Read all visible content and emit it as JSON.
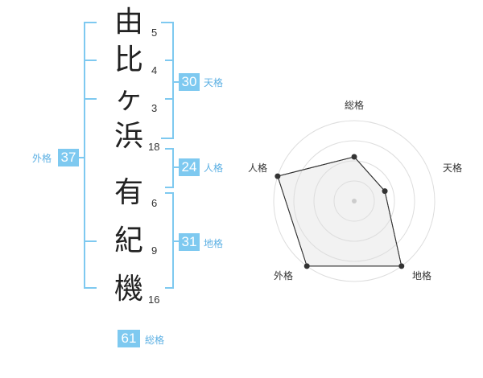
{
  "name": {
    "characters": [
      {
        "char": "由",
        "strokes": "5"
      },
      {
        "char": "比",
        "strokes": "4"
      },
      {
        "char": "ヶ",
        "strokes": "3"
      },
      {
        "char": "浜",
        "strokes": "18"
      },
      {
        "char": "有",
        "strokes": "6"
      },
      {
        "char": "紀",
        "strokes": "9"
      },
      {
        "char": "機",
        "strokes": "16"
      }
    ]
  },
  "kakusu": {
    "tenkaku": {
      "value": "30",
      "label": "天格"
    },
    "jinkaku": {
      "value": "24",
      "label": "人格"
    },
    "chikaku": {
      "value": "31",
      "label": "地格"
    },
    "gaikaku": {
      "value": "37",
      "label": "外格"
    },
    "soukaku": {
      "value": "61",
      "label": "総格"
    }
  },
  "colors": {
    "accent": "#7ec9f0",
    "accent_text": "#5cb0e3",
    "bracket": "#7ec9f0",
    "radar_fill": "#f0f0f0",
    "radar_line": "#333333",
    "radar_grid": "#dddddd"
  },
  "chart_data": {
    "type": "radar",
    "categories": [
      "総格",
      "天格",
      "地格",
      "外格",
      "人格"
    ],
    "values": [
      0.55,
      0.4,
      1.0,
      1.0,
      1.0
    ],
    "range": [
      0,
      1
    ],
    "grid_rings": 4
  }
}
